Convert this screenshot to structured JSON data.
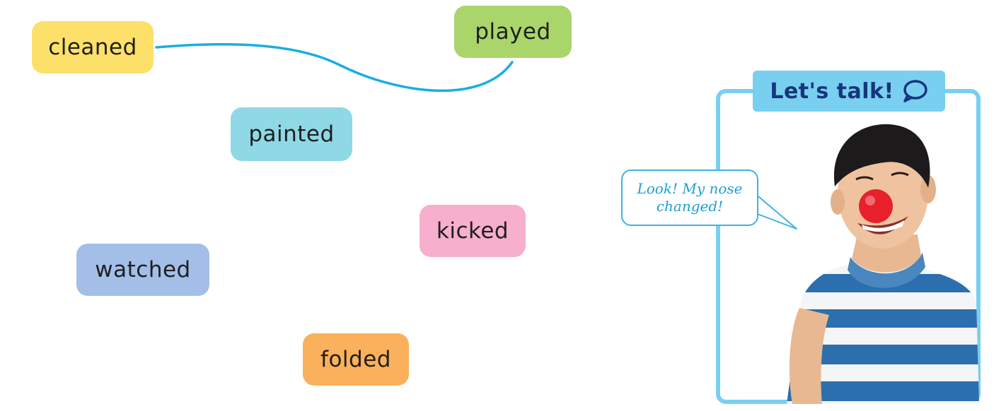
{
  "words": {
    "cleaned": {
      "label": "cleaned",
      "color": "#fde06a"
    },
    "played": {
      "label": "played",
      "color": "#a9d56b"
    },
    "painted": {
      "label": "painted",
      "color": "#8fd8e6"
    },
    "kicked": {
      "label": "kicked",
      "color": "#f6afcd"
    },
    "watched": {
      "label": "watched",
      "color": "#a3bfe8"
    },
    "folded": {
      "label": "folded",
      "color": "#fbb05b"
    }
  },
  "connector_color": "#1aaee0",
  "talk_box": {
    "title": "Let's talk!",
    "icon": "speech-bubble-icon",
    "frame_color": "#79cfef",
    "title_color": "#17357c"
  },
  "speech_bubble": {
    "line1": "Look! My nose",
    "line2": "changed!"
  }
}
